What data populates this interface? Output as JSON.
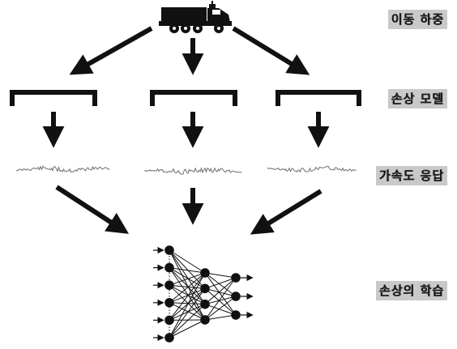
{
  "labels": {
    "moving_load": "이동 하중",
    "damage_model": "손상 모델",
    "acceleration_response": "가속도 응답",
    "damage_learning": "손상의 학습"
  },
  "colors": {
    "ink": "#111111",
    "label_bg": "#c9c9c9",
    "signal": "#6e6e6e"
  },
  "icons": {
    "vehicle": "truck-icon",
    "network": "neural-network-icon"
  },
  "network": {
    "layers": [
      6,
      4,
      3
    ]
  }
}
